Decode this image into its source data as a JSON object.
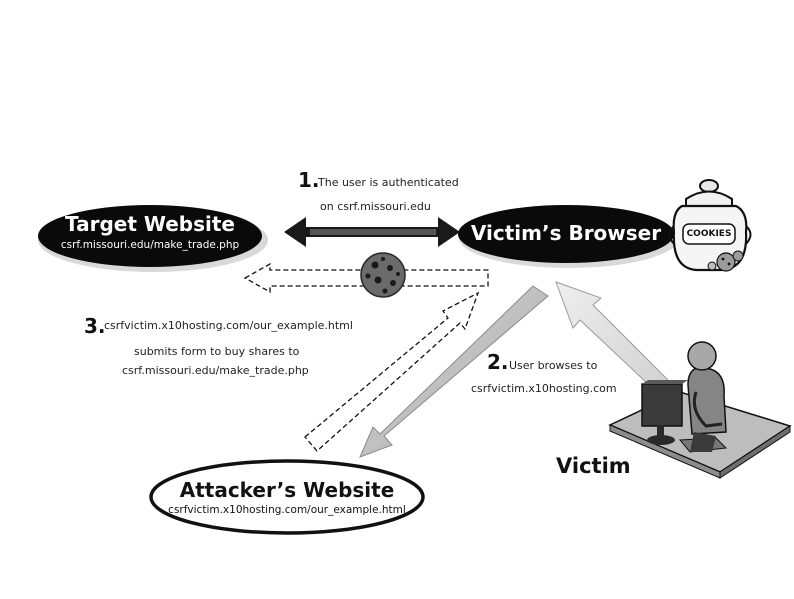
{
  "nodes": {
    "target": {
      "title": "Target Website",
      "subtitle": "csrf.missouri.edu/make_trade.php"
    },
    "browser": {
      "title": "Victim’s Browser"
    },
    "attacker": {
      "title": "Attacker’s Website",
      "subtitle": "csrfvictim.x10hosting.com/our_example.html"
    },
    "victim": {
      "label": "Victim"
    }
  },
  "cookie_jar_label": "COOKIES",
  "steps": [
    {
      "number": "1.",
      "line1": "The user is authenticated",
      "line2": "on csrf.missouri.edu"
    },
    {
      "number": "2.",
      "line1": "User browses to",
      "line2": "csrfvictim.x10hosting.com"
    },
    {
      "number": "3.",
      "line1": "csrfvictim.x10hosting.com/our_example.html",
      "line2": "submits form to buy shares to",
      "line3": "csrf.missouri.edu/make_trade.php"
    }
  ]
}
